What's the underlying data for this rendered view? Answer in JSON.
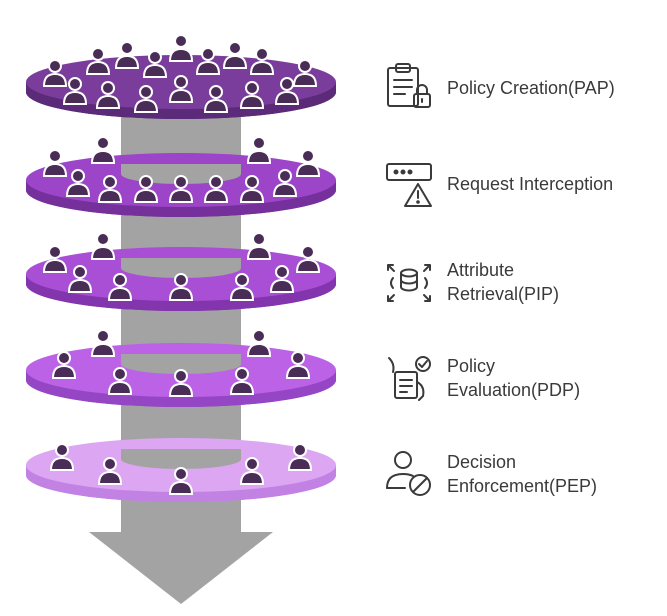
{
  "stages": [
    {
      "lines": [
        "Policy Creation(PAP)"
      ],
      "icon": "clipboard-lock-icon",
      "disc": "#7a3d9c",
      "rim": "#5b2a78"
    },
    {
      "lines": [
        "Request Interception"
      ],
      "icon": "password-warning-icon",
      "disc": "#9c45c8",
      "rim": "#76309c"
    },
    {
      "lines": [
        "Attribute",
        "Retrieval(PIP)"
      ],
      "icon": "database-scan-icon",
      "disc": "#a94fd6",
      "rim": "#8235ad"
    },
    {
      "lines": [
        "Policy",
        "Evaluation(PDP)"
      ],
      "icon": "document-check-icon",
      "disc": "#bb62e6",
      "rim": "#9446c4"
    },
    {
      "lines": [
        "Decision",
        "Enforcement(PEP)"
      ],
      "icon": "user-block-icon",
      "disc": "#dca6f2",
      "rim": "#c182e4"
    }
  ],
  "colors": {
    "column": "#a3a3a3",
    "arrow": "#a3a3a3",
    "person": "#4a2d57",
    "outline": "#ffffff",
    "icon": "#3a3a3a"
  }
}
